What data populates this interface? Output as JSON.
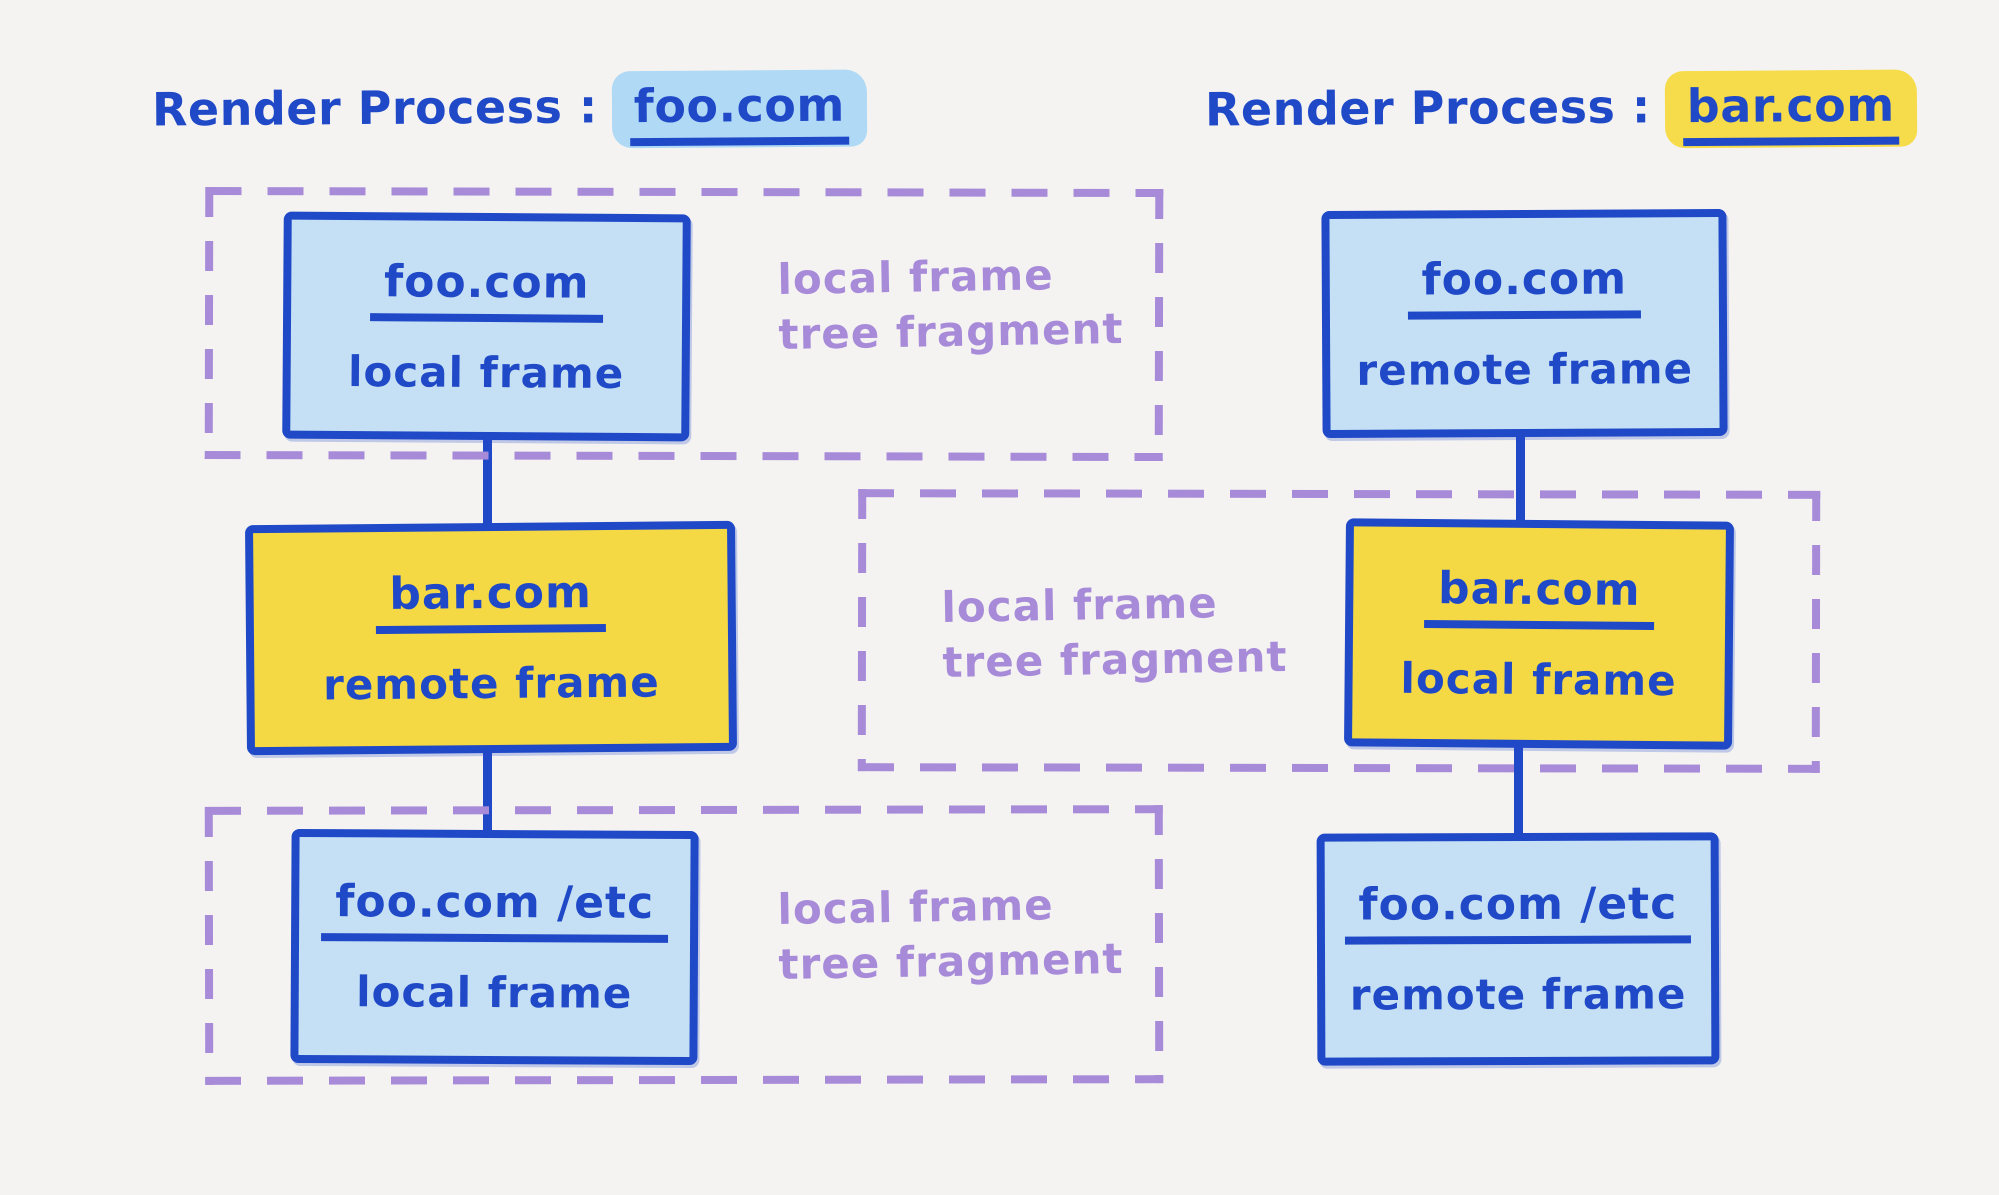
{
  "colors": {
    "background": "#F4F3F1",
    "ink_blue": "#2049C8",
    "light_blue_fill": "#C5E0F4",
    "yellow_fill": "#F4D945",
    "title_highlight_blue": "#AFD9F5",
    "title_highlight_yellow": "#F6DC4A",
    "purple": "#A78BD9"
  },
  "left_process": {
    "title_prefix": "Render Process :",
    "title_domain": "foo.com",
    "nodes": [
      {
        "domain": "foo.com",
        "frame_type": "local frame"
      },
      {
        "domain": "bar.com",
        "frame_type": "remote frame"
      },
      {
        "domain": "foo.com /etc",
        "frame_type": "local frame"
      }
    ],
    "fragment_labels": [
      {
        "line1": "local frame",
        "line2": "tree fragment"
      },
      {
        "line1": "local frame",
        "line2": "tree fragment"
      }
    ]
  },
  "right_process": {
    "title_prefix": "Render Process :",
    "title_domain": "bar.com",
    "nodes": [
      {
        "domain": "foo.com",
        "frame_type": "remote frame"
      },
      {
        "domain": "bar.com",
        "frame_type": "local frame"
      },
      {
        "domain": "foo.com /etc",
        "frame_type": "remote frame"
      }
    ],
    "fragment_labels": [
      {
        "line1": "local frame",
        "line2": "tree fragment"
      }
    ]
  }
}
